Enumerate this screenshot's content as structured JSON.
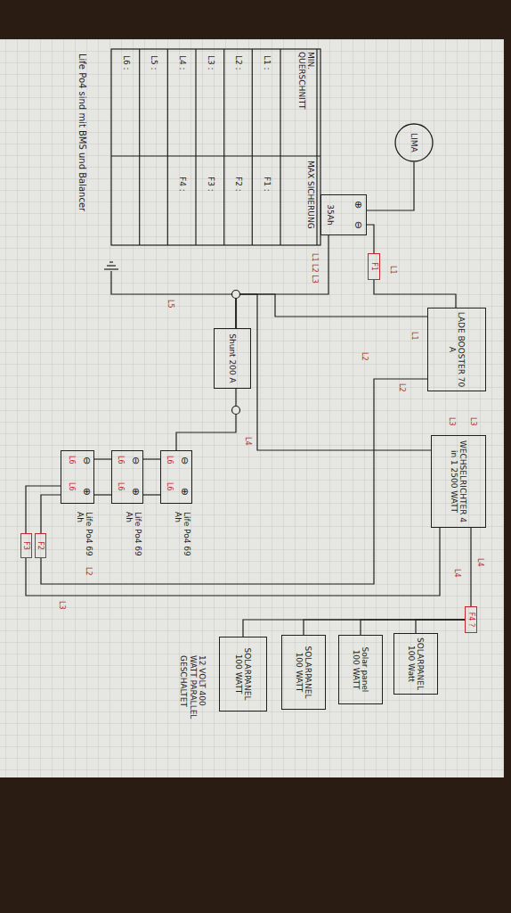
{
  "diagram": {
    "nodes": [
      {
        "text": [
          "LIMA"
        ]
      },
      {
        "text": [
          "⊕",
          "⊖",
          "35Ah"
        ]
      },
      {
        "text": [
          "F1"
        ]
      },
      {
        "text": [
          "LADE BOOSTER 70 A"
        ]
      },
      {
        "text": [
          "WECHSELRICHTER 4 in 1 2500 WATT"
        ]
      },
      {
        "text": [
          "Shunt 200 A"
        ]
      },
      {
        "text": [
          "⊖",
          "⊕",
          "Life Po4 69 Ah"
        ]
      },
      {
        "text": [
          "⊖",
          "⊕",
          "Life Po4 69 Ah"
        ]
      },
      {
        "text": [
          "⊖",
          "⊕",
          "Life Po4 69 Ah"
        ]
      },
      {
        "text": [
          "F2"
        ]
      },
      {
        "text": [
          "F3"
        ]
      },
      {
        "text": [
          "F4 ?"
        ]
      },
      {
        "text": [
          "SOLARPANEL 100 Watt"
        ]
      },
      {
        "text": [
          "Solar panel 100 WATT"
        ]
      },
      {
        "text": [
          "SOLARPANEL 100 WATT"
        ]
      },
      {
        "text": [
          "SOLARPANEL 100 WATT"
        ]
      }
    ],
    "edges": [
      {
        "from": 0,
        "to": 1,
        "arrow": "none"
      },
      {
        "from": 1,
        "to": 2,
        "arrow": "none"
      },
      {
        "from": 2,
        "to": 3,
        "arrow": "none"
      },
      {
        "from": 1,
        "to": 5,
        "arrow": "none"
      },
      {
        "from": 3,
        "to": 5,
        "arrow": "none"
      },
      {
        "from": 4,
        "to": 5,
        "arrow": "none"
      },
      {
        "from": 3,
        "to": 9,
        "arrow": "none"
      },
      {
        "from": 4,
        "to": 10,
        "arrow": "none"
      },
      {
        "from": 9,
        "to": 8,
        "arrow": "none"
      },
      {
        "from": 10,
        "to": 8,
        "arrow": "none"
      },
      {
        "from": 5,
        "to": 6,
        "arrow": "none"
      },
      {
        "from": 6,
        "to": 7,
        "arrow": "none"
      },
      {
        "from": 6,
        "to": 7,
        "arrow": "none"
      },
      {
        "from": 7,
        "to": 8,
        "arrow": "none"
      },
      {
        "from": 7,
        "to": 8,
        "arrow": "none"
      },
      {
        "from": 12,
        "to": 11,
        "arrow": "none"
      },
      {
        "from": 13,
        "to": 11,
        "arrow": "none"
      },
      {
        "from": 14,
        "to": 11,
        "arrow": "none"
      },
      {
        "from": 15,
        "to": 11,
        "arrow": "none"
      },
      {
        "from": 11,
        "to": 4,
        "arrow": "none"
      }
    ],
    "labels": [
      "MIN. QUERSCHNITT",
      "MAX SICHERUNG",
      "L1 :",
      "L2 :",
      "L3 :",
      "L4 :",
      "L5 :",
      "L6 :",
      "F1 :",
      "F2 :",
      "F3 :",
      "F4 :",
      "L1",
      "L1 L2 L3",
      "L1",
      "L2",
      "L2",
      "L3",
      "L3",
      "L4",
      "L5",
      "L6",
      "L6",
      "L6",
      "L6",
      "L6",
      "L6",
      "L4",
      "L4",
      "L2",
      "L3",
      "Life Po4 sind mit BMS und Balancer",
      "12 VOLT 400 WATT PARALLEL GESCHALTET"
    ]
  }
}
